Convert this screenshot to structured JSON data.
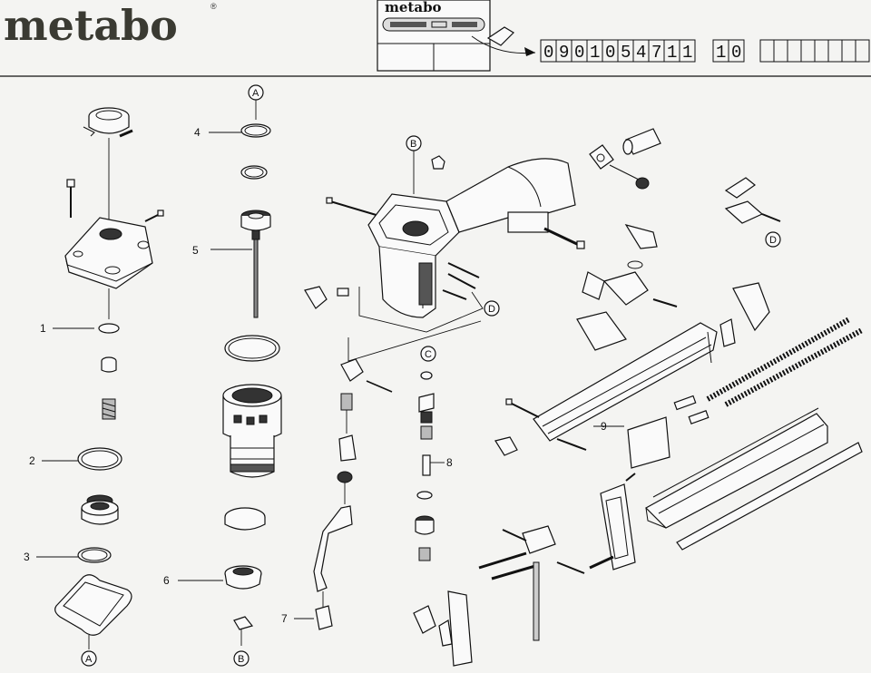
{
  "header": {
    "brand_logo": "metabo",
    "badge_logo": "metabo",
    "registered_mark": "®",
    "order_number_digits": [
      "0",
      "9",
      "0",
      "1",
      "0",
      "5",
      "4",
      "7",
      "1",
      "1"
    ],
    "variant_digits": [
      "1",
      "0"
    ],
    "empty_box_count": 8
  },
  "callouts": {
    "c1": "1",
    "c2": "2",
    "c3": "3",
    "c4": "4",
    "c5": "5",
    "c6": "6",
    "c7": "7",
    "c8": "8",
    "c9": "9"
  },
  "references": {
    "a_top": "A",
    "a_bottom": "A",
    "b_top": "B",
    "b_bottom": "B",
    "c": "C",
    "d_center": "D",
    "d_right": "D"
  },
  "colors": {
    "ink": "#111111",
    "paper": "#f4f4f2",
    "logo": "#3a3a32"
  }
}
